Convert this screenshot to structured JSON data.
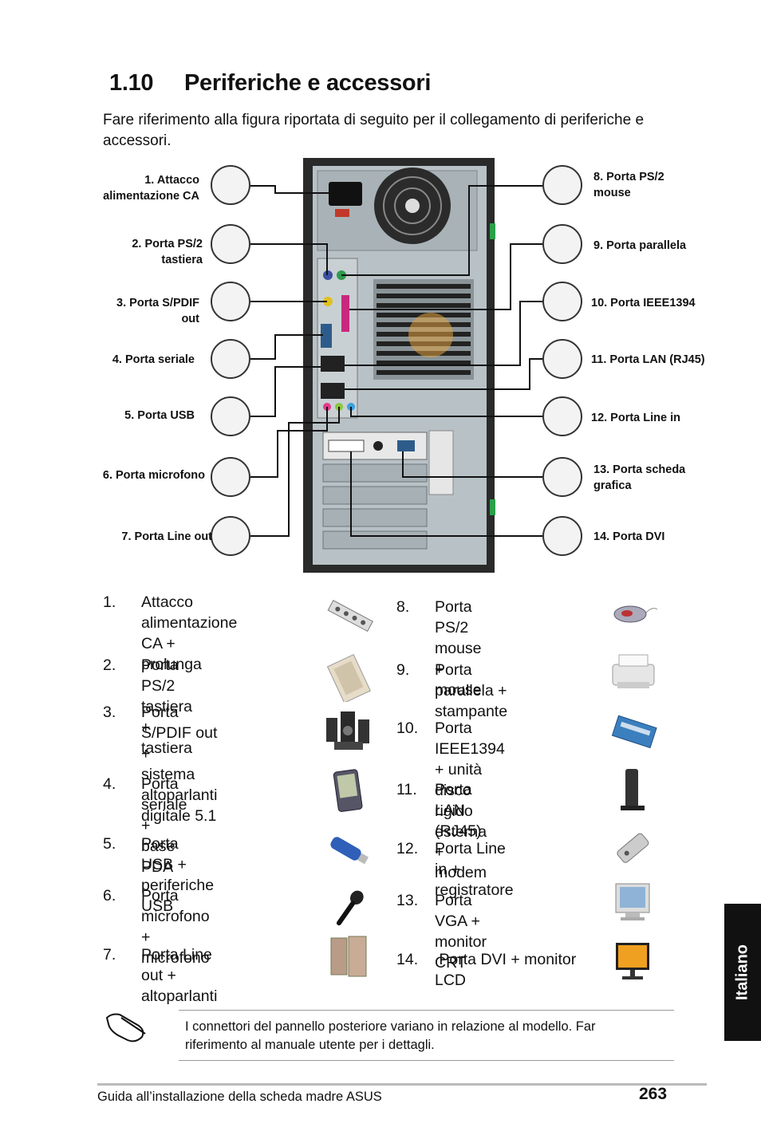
{
  "page": {
    "section_number": "1.10",
    "section_title": "Periferiche e accessori",
    "intro": "Fare riferimento alla figura riportata di seguito per il collegamento di periferiche e accessori.",
    "page_number": "263",
    "footer": "Guida all’installazione della scheda madre ASUS",
    "side_tab": "Italiano"
  },
  "connectors_left": [
    {
      "line1": "1. Attacco",
      "line2": "alimentazione CA"
    },
    {
      "line1": "2. Porta PS/2",
      "line2": "tastiera"
    },
    {
      "line1": "3. Porta S/PDIF",
      "line2": "out"
    },
    {
      "line1": "4. Porta seriale",
      "line2": ""
    },
    {
      "line1": "5. Porta USB",
      "line2": ""
    },
    {
      "line1": "6. Porta microfono",
      "line2": ""
    },
    {
      "line1": "7. Porta Line out",
      "line2": ""
    }
  ],
  "connectors_right": [
    {
      "line1": "8. Porta PS/2",
      "line2": "mouse"
    },
    {
      "line1": "9. Porta parallela",
      "line2": ""
    },
    {
      "line1": "10. Porta IEEE1394",
      "line2": ""
    },
    {
      "line1": "11. Porta LAN (RJ45)",
      "line2": ""
    },
    {
      "line1": "12. Porta Line in",
      "line2": ""
    },
    {
      "line1": "13. Porta scheda",
      "line2": "grafica"
    },
    {
      "line1": "14. Porta DVI",
      "line2": ""
    }
  ],
  "list_left": [
    {
      "num": "1.",
      "l1": "Attacco alimentazione",
      "l2": "CA + prolunga",
      "l3": ""
    },
    {
      "num": "2.",
      "l1": "Porta PS/2 tastiera +",
      "l2": "tastiera",
      "l3": ""
    },
    {
      "num": "3.",
      "l1": "Porta S/PDIF out +",
      "l2": "sistema altoparlanti",
      "l3": "digitale 5.1"
    },
    {
      "num": "4.",
      "l1": "Porta seriale + base",
      "l2": "PDA",
      "l3": ""
    },
    {
      "num": "5.",
      "l1": "Porta USB + periferiche",
      "l2": "USB",
      "l3": ""
    },
    {
      "num": "6.",
      "l1": "Porta microfono +",
      "l2": "microfono",
      "l3": ""
    },
    {
      "num": "7.",
      "l1": "Porta Line out +",
      "l2": "altoparlanti",
      "l3": ""
    }
  ],
  "list_right": [
    {
      "num": "8.",
      "l1": "Porta PS/2 mouse +",
      "l2": "mouse"
    },
    {
      "num": "9.",
      "l1": "Porta parallela +",
      "l2": "stampante"
    },
    {
      "num": "10.",
      "l1": "Porta IEEE1394 + unità",
      "l2": "disco rigido esterna"
    },
    {
      "num": "11.",
      "l1": "Porta LAN (RJ45) +",
      "l2": "modem"
    },
    {
      "num": "12.",
      "l1": "Porta Line in +",
      "l2": "registratore"
    },
    {
      "num": "13.",
      "l1": "Porta VGA + monitor CRT",
      "l2": ""
    },
    {
      "num": "14.",
      "l1": " Porta DVI + monitor",
      "l2": "LCD"
    }
  ],
  "note": {
    "icon": "pointing-hand-icon",
    "l1": "I connettori del pannello posteriore variano in relazione al modello. Far",
    "l2": "riferimento al manuale utente per i dettagli."
  },
  "colors": {
    "tab": "#111111",
    "case": "#2a2a2a",
    "panel": "#b8c2c6"
  }
}
